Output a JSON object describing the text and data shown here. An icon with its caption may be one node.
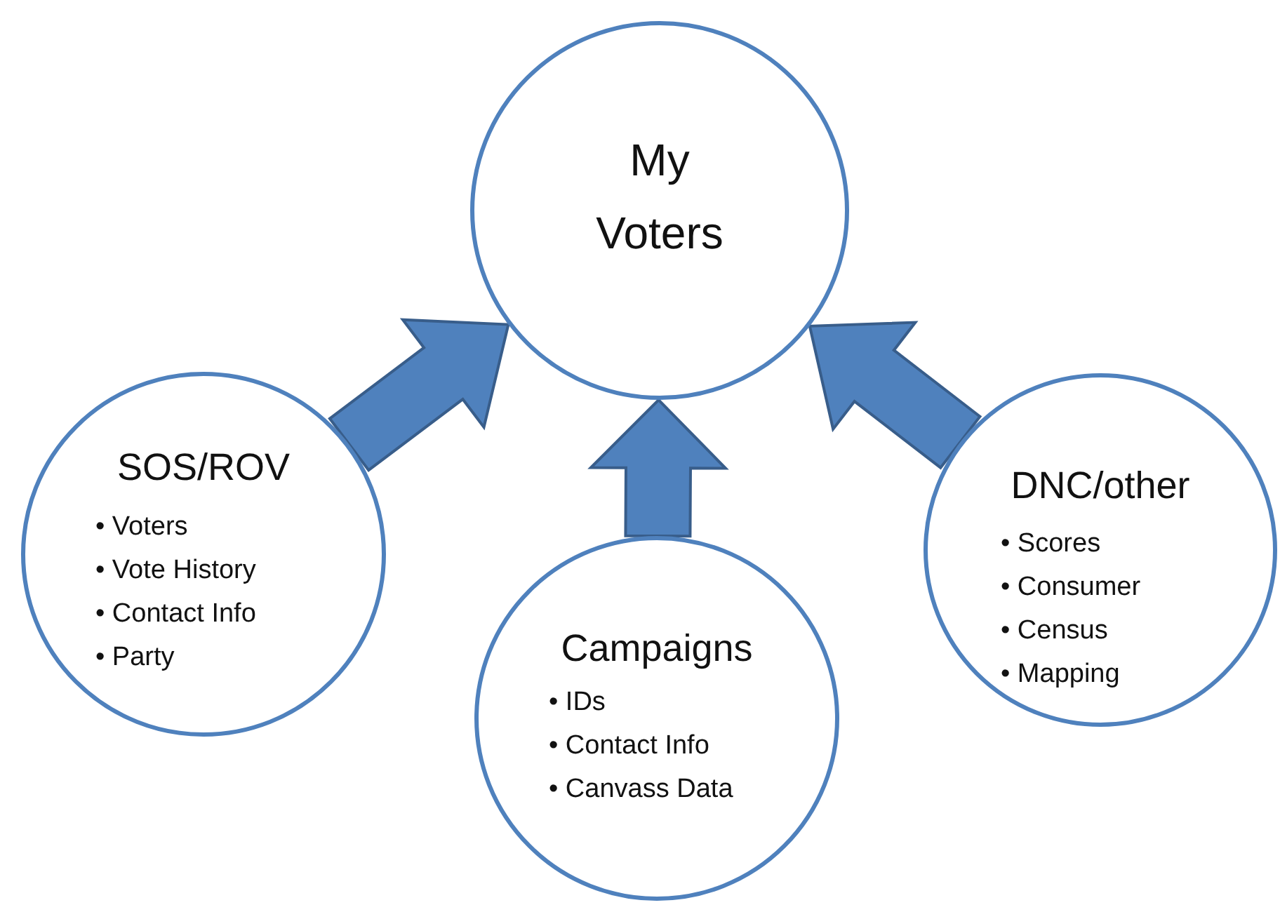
{
  "diagram": {
    "nodes": [
      {
        "text": [
          "My Voters"
        ]
      },
      {
        "text": [
          "SOS/ROV",
          "• Voters",
          "• Vote History",
          "• Contact Info",
          "• Party"
        ]
      },
      {
        "text": [
          "DNC/other",
          "• Scores",
          "• Consumer",
          "• Census",
          "• Mapping"
        ]
      },
      {
        "text": [
          "Campaigns",
          "• IDs",
          "• Contact Info",
          "• Canvass Data"
        ]
      }
    ],
    "edges": [
      {
        "from": 1,
        "to": 0,
        "arrow": "to"
      },
      {
        "from": 3,
        "to": 0,
        "arrow": "to"
      },
      {
        "from": 2,
        "to": 0,
        "arrow": "to"
      }
    ]
  }
}
